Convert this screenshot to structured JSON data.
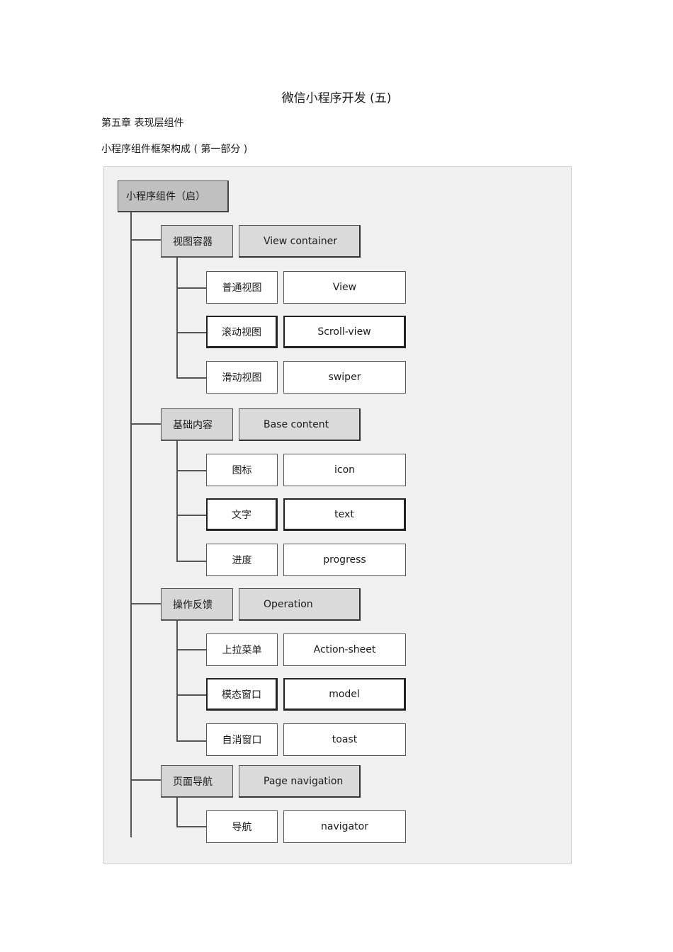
{
  "doc": {
    "title": "微信小程序开发  (五)",
    "chapter": "第五章    表现层组件",
    "section": "小程序组件框架构成    ( 第一部分  )"
  },
  "diagram": {
    "root": "小程序组件（启）",
    "categories": [
      {
        "zh": "视图容器",
        "en": "View container",
        "items": [
          {
            "zh": "普通视图",
            "en": "View"
          },
          {
            "zh": "滚动视图",
            "en": "Scroll-view"
          },
          {
            "zh": "滑动视图",
            "en": "swiper"
          }
        ]
      },
      {
        "zh": "基础内容",
        "en": "Base content",
        "items": [
          {
            "zh": "图标",
            "en": "icon"
          },
          {
            "zh": "文字",
            "en": "text"
          },
          {
            "zh": "进度",
            "en": "progress"
          }
        ]
      },
      {
        "zh": "操作反馈",
        "en": "Operation",
        "items": [
          {
            "zh": "上拉菜单",
            "en": "Action-sheet"
          },
          {
            "zh": "模态窗口",
            "en": "model"
          },
          {
            "zh": "自消窗口",
            "en": "toast"
          }
        ]
      },
      {
        "zh": "页面导航",
        "en": "Page navigation",
        "items": [
          {
            "zh": "导航",
            "en": "navigator"
          }
        ]
      }
    ]
  }
}
